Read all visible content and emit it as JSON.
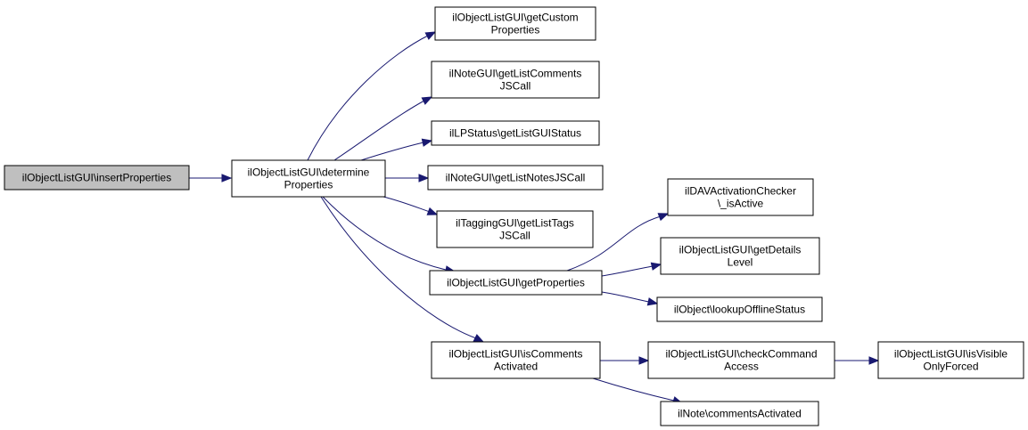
{
  "diagram": {
    "nodes": [
      {
        "id": "n0",
        "lines": [
          "ilObjectListGUI\\insertProperties"
        ],
        "root": true
      },
      {
        "id": "n1",
        "lines": [
          "ilObjectListGUI\\determine",
          "Properties"
        ]
      },
      {
        "id": "n2",
        "lines": [
          "ilObjectListGUI\\getCustom",
          "Properties"
        ]
      },
      {
        "id": "n3",
        "lines": [
          "ilNoteGUI\\getListComments",
          "JSCall"
        ]
      },
      {
        "id": "n4",
        "lines": [
          "ilLPStatus\\getListGUIStatus"
        ]
      },
      {
        "id": "n5",
        "lines": [
          "ilNoteGUI\\getListNotesJSCall"
        ]
      },
      {
        "id": "n6",
        "lines": [
          "ilTaggingGUI\\getListTags",
          "JSCall"
        ]
      },
      {
        "id": "n7",
        "lines": [
          "ilObjectListGUI\\getProperties"
        ]
      },
      {
        "id": "n8",
        "lines": [
          "ilObjectListGUI\\isComments",
          "Activated"
        ]
      },
      {
        "id": "n9",
        "lines": [
          "ilDAVActivationChecker",
          "\\_isActive"
        ]
      },
      {
        "id": "n10",
        "lines": [
          "ilObjectListGUI\\getDetails",
          "Level"
        ]
      },
      {
        "id": "n11",
        "lines": [
          "ilObject\\lookupOfflineStatus"
        ]
      },
      {
        "id": "n12",
        "lines": [
          "ilObjectListGUI\\checkCommand",
          "Access"
        ]
      },
      {
        "id": "n13",
        "lines": [
          "ilNote\\commentsActivated"
        ]
      },
      {
        "id": "n14",
        "lines": [
          "ilObjectListGUI\\isVisible",
          "OnlyForced"
        ]
      }
    ],
    "edges": [
      {
        "from": "n0",
        "to": "n1"
      },
      {
        "from": "n1",
        "to": "n2"
      },
      {
        "from": "n1",
        "to": "n3"
      },
      {
        "from": "n1",
        "to": "n4"
      },
      {
        "from": "n1",
        "to": "n5"
      },
      {
        "from": "n1",
        "to": "n6"
      },
      {
        "from": "n1",
        "to": "n7"
      },
      {
        "from": "n1",
        "to": "n8"
      },
      {
        "from": "n7",
        "to": "n9"
      },
      {
        "from": "n7",
        "to": "n10"
      },
      {
        "from": "n7",
        "to": "n11"
      },
      {
        "from": "n8",
        "to": "n12"
      },
      {
        "from": "n8",
        "to": "n13"
      },
      {
        "from": "n12",
        "to": "n14"
      }
    ],
    "colors": {
      "edge": "#191970",
      "root_fill": "#bfbfbf",
      "node_fill": "#ffffff",
      "node_border": "#000000"
    }
  }
}
